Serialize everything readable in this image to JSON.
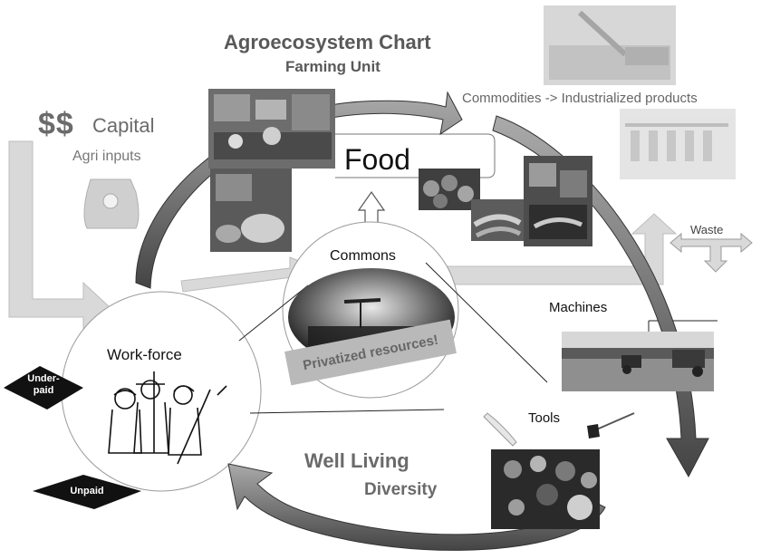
{
  "title": "Agroecosystem Chart",
  "subtitle": "Farming Unit",
  "capital": {
    "sign": "$$",
    "word": "Capital",
    "sub": "Agri inputs"
  },
  "food": "Food",
  "commodities": "Commodities -> Industrialized products",
  "waste": "Waste",
  "commons": "Commons",
  "privatized": "Privatized resources!",
  "machines": "Machines",
  "workforce": "Work-force",
  "underpaid": [
    "Under-",
    "paid"
  ],
  "unpaid": "Unpaid",
  "tools": "Tools",
  "well_living": "Well Living",
  "diversity": "Diversity",
  "icons": [
    "sack-icon",
    "workers-icon",
    "machete-icon",
    "hoe-icon"
  ],
  "colors": {
    "arrow_dark": "#4a4a4a",
    "arrow_light": "#d9d9d9",
    "badge": "#111111",
    "text_grey": "#595959"
  }
}
